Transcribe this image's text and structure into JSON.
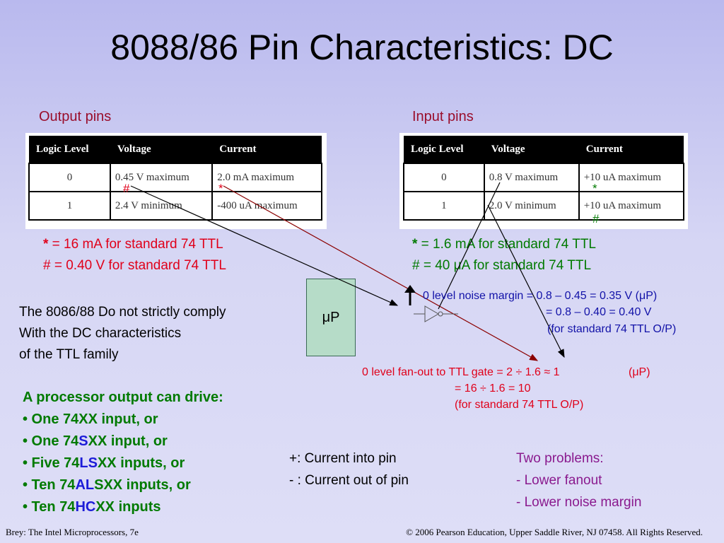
{
  "title": "8088/86 Pin Characteristics: DC",
  "output": {
    "heading": "Output pins",
    "columns": [
      "Logic Level",
      "Voltage",
      "Current"
    ],
    "rows": [
      [
        "0",
        "0.45 V maximum",
        "2.0 mA maximum"
      ],
      [
        "1",
        "2.4 V minimum",
        "-400 uA maximum"
      ]
    ],
    "markers": [
      "#",
      "*"
    ],
    "note_star_sym": "*",
    "note_star": " = 16 mA for standard 74 TTL",
    "note_hash": "# = 0.40 V for standard 74 TTL"
  },
  "input": {
    "heading": "Input pins",
    "columns": [
      "Logic Level",
      "Voltage",
      "Current"
    ],
    "rows": [
      [
        "0",
        "0.8 V maximum",
        "+10 uA maximum"
      ],
      [
        "1",
        "2.0 V minimum",
        "+10 uA maximum"
      ]
    ],
    "markers": [
      "*",
      "#"
    ],
    "note_star_sym": "*",
    "note_star": " = 1.6 mA for standard 74 TTL",
    "note_hash_prefix": "# = 40 ",
    "note_hash_mu": "μ",
    "note_hash_suffix": "A for standard 74 TTL"
  },
  "comply": [
    "The 8086/88 Do not strictly comply",
    "With the DC characteristics",
    "of the TTL family"
  ],
  "up_label": "μP",
  "noise": [
    "0 level noise margin = 0.8 – 0.45 = 0.35 V (μP)",
    "= 0.8 – 0.40 = 0.40 V",
    "(for standard 74 TTL O/P)"
  ],
  "fanout": [
    "0 level fan-out to TTL gate = 2 ÷ 1.6 ≈ 1",
    "(μP)",
    "= 16 ÷ 1.6 = 10",
    "(for standard 74 TTL O/P)"
  ],
  "drive": {
    "heading": "A processor output can drive:",
    "items": [
      {
        "a": "• One  74XX input, or"
      },
      {
        "a": "• One 74",
        "b": "S",
        "c": "XX input, or"
      },
      {
        "a": "• Five  74",
        "b": "LS",
        "c": "XX inputs, or"
      },
      {
        "a": "• Ten 74",
        "b": "AL",
        "c": "SXX inputs, or"
      },
      {
        "a": "• Ten 74",
        "b": "HC",
        "c": "XX inputs"
      }
    ]
  },
  "current": [
    "+: Current into pin",
    "- : Current out of pin"
  ],
  "problems": [
    "Two problems:",
    "- Lower fanout",
    "- Lower noise margin"
  ],
  "footer": {
    "left": "Brey: The Intel Microprocessors, 7e",
    "right": "© 2006 Pearson Education, Upper Saddle River, NJ 07458. All Rights Reserved."
  },
  "colors": {
    "noise_arrow": "#000000",
    "fanout_arrow": "#8b0000",
    "title_accent": "#9a0e2c"
  }
}
